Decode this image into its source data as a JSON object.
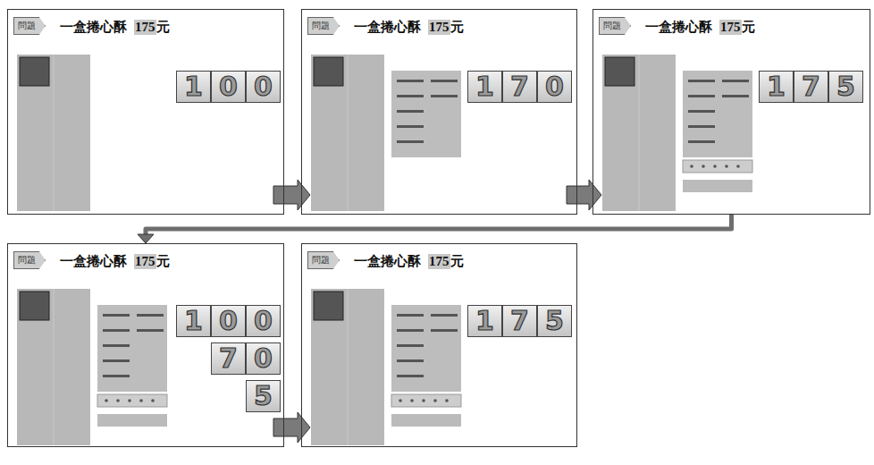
{
  "diagram": {
    "nodes": [
      {
        "text": [
          "一盒捲心酥",
          "175",
          "元"
        ]
      },
      {
        "text": [
          "問題"
        ],
        "in": 0
      },
      {
        "text": [
          "1"
        ],
        "in": 0
      },
      {
        "text": [
          "0"
        ],
        "in": 0
      },
      {
        "text": [
          "0"
        ],
        "in": 0
      },
      {
        "text": [
          "一盒捲心酥",
          "175",
          "元"
        ]
      },
      {
        "text": [
          "問題"
        ],
        "in": 5
      },
      {
        "text": [
          "1"
        ],
        "in": 5
      },
      {
        "text": [
          "7"
        ],
        "in": 5
      },
      {
        "text": [
          "0"
        ],
        "in": 5
      },
      {
        "text": [
          "一盒捲心酥",
          "175",
          "元"
        ]
      },
      {
        "text": [
          "問題"
        ],
        "in": 10
      },
      {
        "text": [
          "1"
        ],
        "in": 10
      },
      {
        "text": [
          "7"
        ],
        "in": 10
      },
      {
        "text": [
          "5"
        ],
        "in": 10
      },
      {
        "text": [
          "一盒捲心酥",
          "175",
          "元"
        ]
      },
      {
        "text": [
          "問題"
        ],
        "in": 15
      },
      {
        "text": [
          "1"
        ],
        "in": 15
      },
      {
        "text": [
          "0"
        ],
        "in": 15
      },
      {
        "text": [
          "0"
        ],
        "in": 15
      },
      {
        "text": [
          "7"
        ],
        "in": 15
      },
      {
        "text": [
          "0"
        ],
        "in": 15
      },
      {
        "text": [
          "5"
        ],
        "in": 15
      },
      {
        "text": [
          "一盒捲心酥",
          "175",
          "元"
        ]
      },
      {
        "text": [
          "問題"
        ],
        "in": 23
      },
      {
        "text": [
          "1"
        ],
        "in": 23
      },
      {
        "text": [
          "7"
        ],
        "in": 23
      },
      {
        "text": [
          "5"
        ],
        "in": 23
      }
    ],
    "edges": [
      {
        "from": 0,
        "to": 5,
        "arrow": "to"
      },
      {
        "from": 5,
        "to": 10,
        "arrow": "to"
      },
      {
        "from": 10,
        "to": 15,
        "arrow": "to"
      },
      {
        "from": 15,
        "to": 23,
        "arrow": "to"
      }
    ]
  }
}
